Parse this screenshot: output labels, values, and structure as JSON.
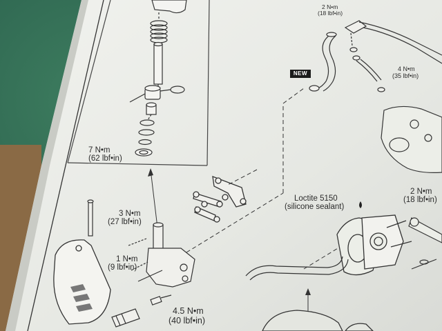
{
  "labels": {
    "torque_7": {
      "metric": "7 N•m",
      "imperial": "(62 lbf•in)"
    },
    "torque_3": {
      "metric": "3 N•m",
      "imperial": "(27 lbf•in)"
    },
    "torque_1": {
      "metric": "1 N•m",
      "imperial": "(9 lbf•in)"
    },
    "torque_4_5": {
      "metric": "4.5 N•m",
      "imperial": "(40 lbf•in)"
    },
    "torque_2_top": {
      "metric": "2 N•m",
      "imperial": "(18 lbf•in)"
    },
    "torque_4": {
      "metric": "4 N•m",
      "imperial": "(35 lbf•in)"
    },
    "torque_2_right": {
      "metric": "2 N•m",
      "imperial": "(18 lbf•in)"
    },
    "sealant": {
      "line1": "Loctite 5150",
      "line2": "(silicone sealant)"
    },
    "new_badge": "NEW"
  },
  "colors": {
    "paper": "#e9ebe6",
    "ink": "#2b2b2b",
    "background": "#2f6a52"
  }
}
